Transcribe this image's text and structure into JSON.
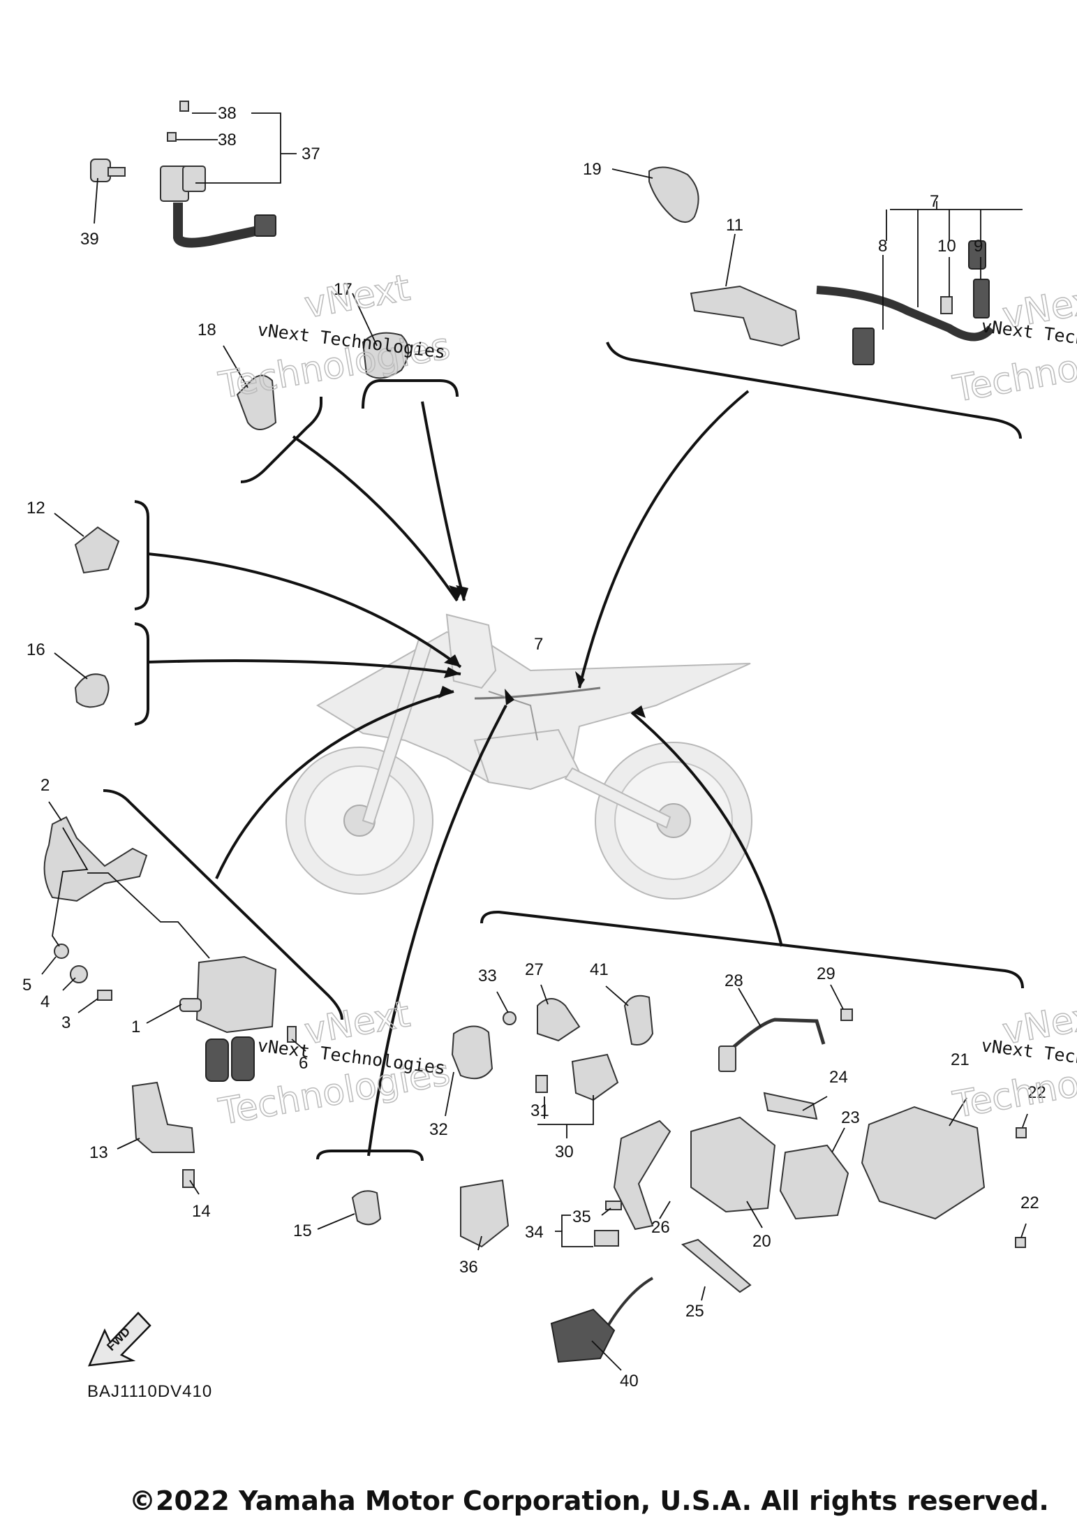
{
  "watermark": {
    "line1": "vNext Technologies",
    "outline_top": "vNext",
    "outline_bottom": "Technologies"
  },
  "diagram_code": "BAJ1110DV410",
  "fwd_label": "FWD",
  "copyright": "©2022 Yamaha Motor Corporation, U.S.A. All rights reserved.",
  "callouts": {
    "c1": "1",
    "c2": "2",
    "c3": "3",
    "c4": "4",
    "c5": "5",
    "c6": "6",
    "c7a": "7",
    "c7b": "7",
    "c8": "8",
    "c9": "9",
    "c10": "10",
    "c11": "11",
    "c12": "12",
    "c13": "13",
    "c14": "14",
    "c15": "15",
    "c16": "16",
    "c17": "17",
    "c18": "18",
    "c19": "19",
    "c20": "20",
    "c21": "21",
    "c22a": "22",
    "c22b": "22",
    "c23": "23",
    "c24": "24",
    "c25": "25",
    "c26": "26",
    "c27": "27",
    "c28": "28",
    "c29": "29",
    "c30": "30",
    "c31": "31",
    "c32": "32",
    "c33": "33",
    "c34": "34",
    "c35": "35",
    "c36": "36",
    "c37": "37",
    "c38a": "38",
    "c38b": "38",
    "c39": "39",
    "c40": "40",
    "c41": "41"
  }
}
